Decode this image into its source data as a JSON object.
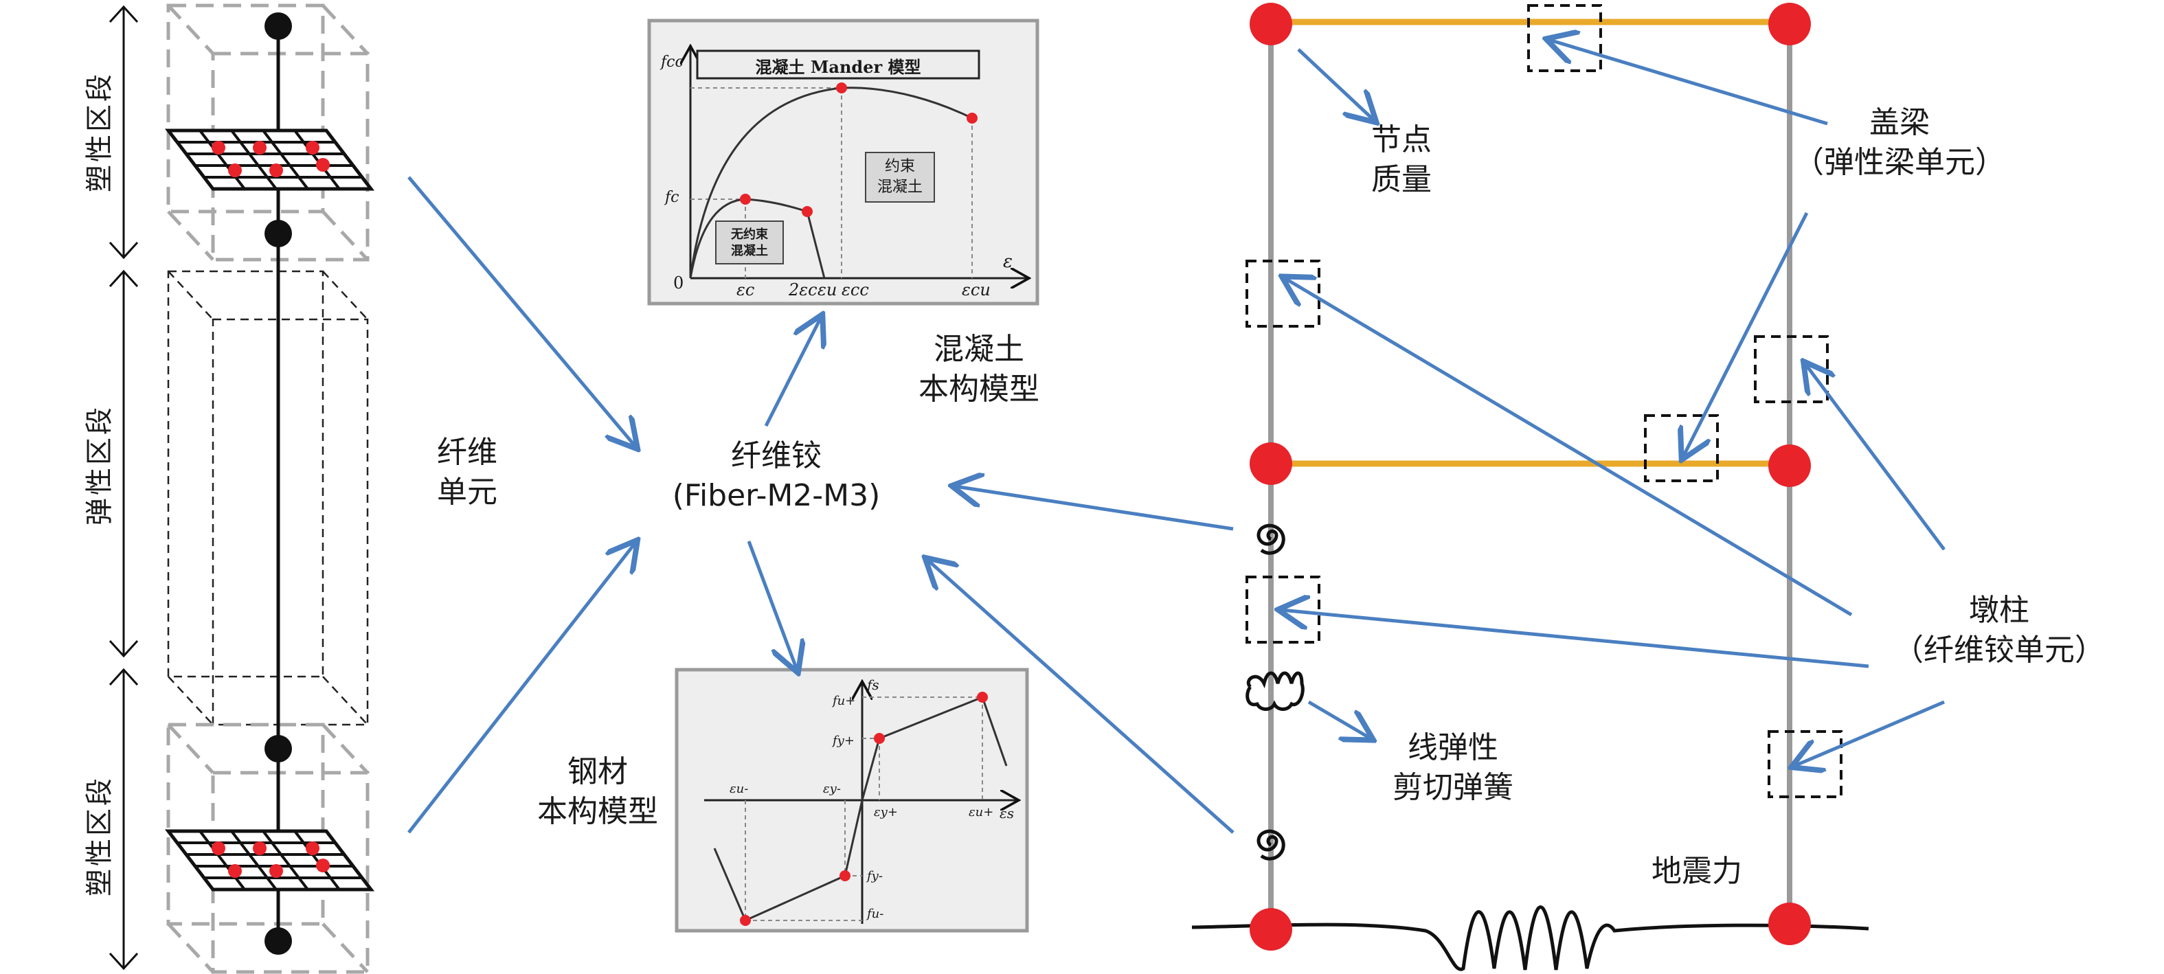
{
  "segments": {
    "plastic_top": "塑性区段",
    "elastic": "弹性区段",
    "plastic_bottom": "塑性区段"
  },
  "fiber_element": [
    "纤维",
    "单元"
  ],
  "fiber_hinge": [
    "纤维铰",
    "(Fiber-M2-M3)"
  ],
  "concrete_model": [
    "混凝土",
    "本构模型"
  ],
  "steel_model": [
    "钢材",
    "本构模型"
  ],
  "node_mass": [
    "节点",
    "质量"
  ],
  "cap_beam": [
    "盖梁",
    "（弹性梁单元）"
  ],
  "pier_column": [
    "墩柱",
    "（纤维铰单元）"
  ],
  "shear_spring": [
    "线弹性",
    "剪切弹簧"
  ],
  "seismic_force": "地震力",
  "concrete_chart": {
    "title": "混凝土 Mander 模型",
    "y_top": "fcc",
    "y_mid": "fc",
    "x_axis": "ε",
    "origin": "0",
    "x_ticks": [
      "εc",
      "2εc",
      "εu",
      "εcc",
      "εcu"
    ],
    "confined_label": [
      "约束",
      "混凝土"
    ],
    "unconfined_label": [
      "无约束",
      "混凝土"
    ]
  },
  "steel_chart": {
    "y_axis": "fs",
    "x_axis": "εs",
    "labels": [
      "fu+",
      "fy+",
      "εu-",
      "εy-",
      "εy+",
      "εu+",
      "fy-",
      "fu-"
    ]
  },
  "colors": {
    "arrow": "#4a7fc1",
    "node": "#e8232a",
    "beam": "#e9a92b",
    "column": "#9a9a9a",
    "grid": "#111111"
  }
}
